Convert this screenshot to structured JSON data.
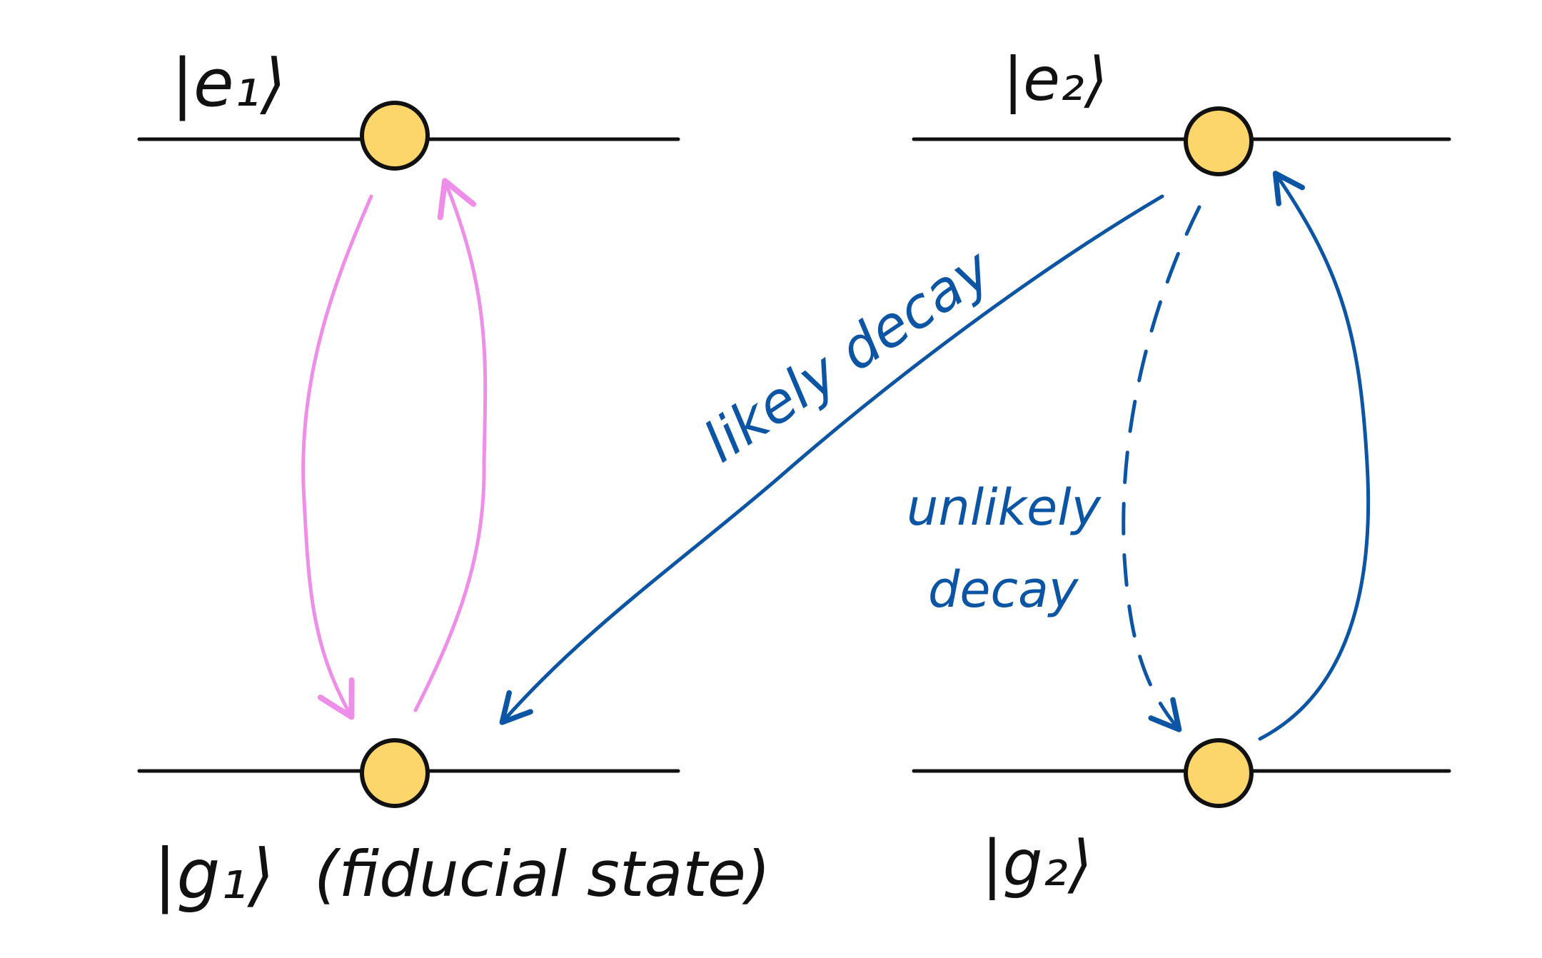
{
  "diagram": {
    "colors": {
      "line": "#111111",
      "node_fill": "#fdd66b",
      "node_stroke": "#111111",
      "pink": "#ee8ee8",
      "blue": "#0b55a4",
      "background": "#ffffff"
    },
    "labels": {
      "e1": "|e₁⟩",
      "e2": "|e₂⟩",
      "g1": "|g₁⟩",
      "g1_note": "(fiducial state)",
      "g2": "|g₂⟩",
      "likely_decay": "likely decay",
      "unlikely_line1": "unlikely",
      "unlikely_line2": "decay"
    }
  }
}
